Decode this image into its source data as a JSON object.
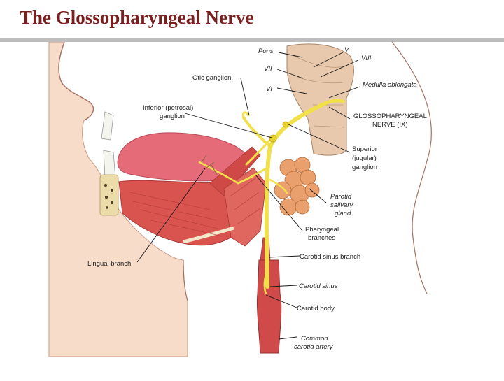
{
  "slide": {
    "title": "The Glossopharyngeal Nerve"
  },
  "figure": {
    "labels": {
      "pons": "Pons",
      "v": "V",
      "vii": "VII",
      "viii": "VIII",
      "vi": "VI",
      "otic_ganglion": "Otic ganglion",
      "medulla_oblongata": "Medulla oblongata",
      "inferior_line1": "Inferior (petrosal)",
      "inferior_line2": "ganglion",
      "glosso_line1": "GLOSSOPHARYNGEAL",
      "glosso_line2": "NERVE (IX)",
      "superior_line1": "Superior",
      "superior_line2": "(jugular)",
      "superior_line3": "ganglion",
      "parotid_line1": "Parotid",
      "parotid_line2": "salivary",
      "parotid_line3": "gland",
      "pharyngeal_line1": "Pharyngeal",
      "pharyngeal_line2": "branches",
      "carotid_sinus_branch": "Carotid sinus branch",
      "lingual_branch": "Lingual branch",
      "carotid_sinus": "Carotid sinus",
      "carotid_body": "Carotid body",
      "common_line1": "Common",
      "common_line2": "carotid artery"
    },
    "colors": {
      "skin": "#f7d8c4",
      "tongue": "#e56b78",
      "muscle": "#d9534f",
      "nerve": "#f2e04a",
      "gland": "#e9a06c",
      "brainstem": "#e8c9ae",
      "artery": "#d04a4a",
      "title": "#7a1f1f"
    }
  }
}
